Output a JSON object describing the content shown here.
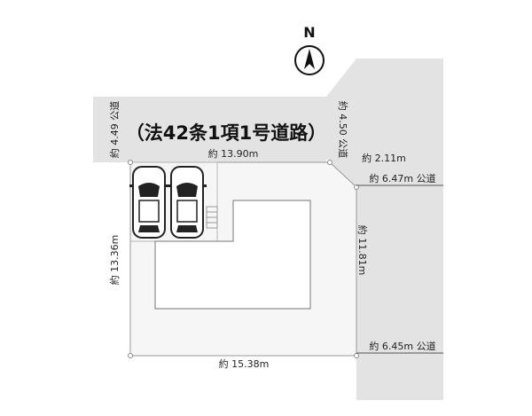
{
  "compass": {
    "label": "N",
    "icon": "north-arrow-icon"
  },
  "road_label": "（法42条1項1号道路）",
  "dimensions": {
    "north_road_width": "約 4.49 公道",
    "ne_road_width": "約 4.50 公道",
    "north_frontage": "約 13.90m",
    "corner_cut": "約 2.11m",
    "east_road_upper": "約 6.47m 公道",
    "east_frontage": "約 11.81m",
    "west_side": "約 13.36m",
    "south_side": "約 15.38m",
    "east_road_lower": "約 6.45m 公道"
  },
  "colors": {
    "road": "#e3e3e3",
    "lot": "#f6f6f6",
    "building": "#ffffff",
    "line": "#9a9a9a"
  },
  "icons": [
    "car-icon",
    "stairs-icon"
  ]
}
